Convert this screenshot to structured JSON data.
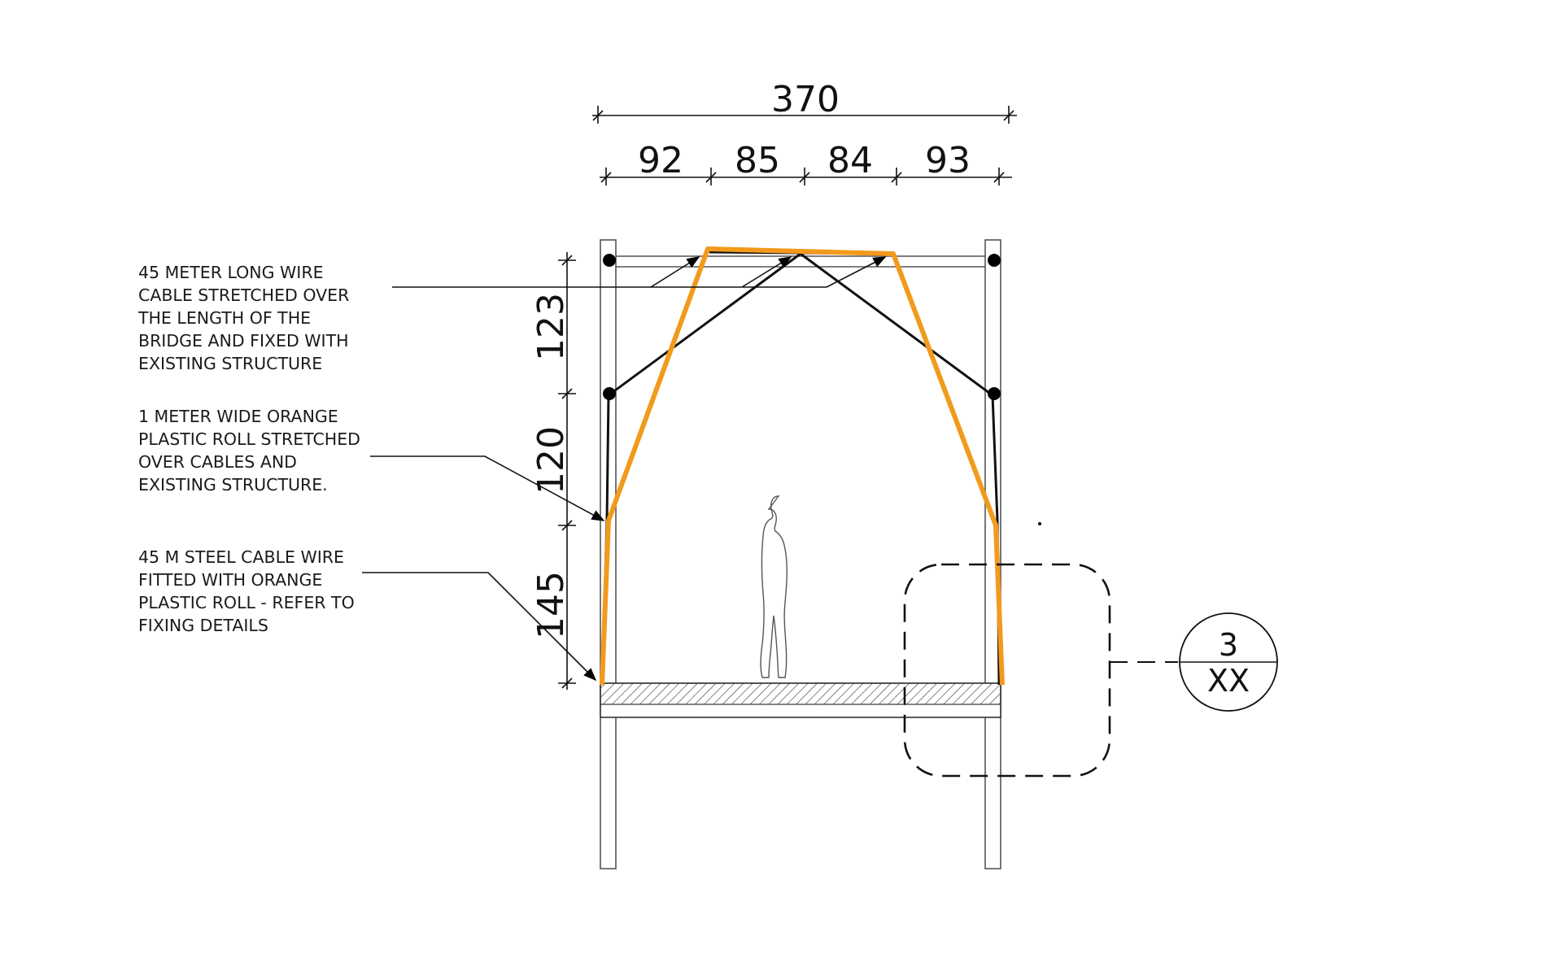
{
  "dimensions": {
    "overall_width": "370",
    "bay_widths": [
      "92",
      "85",
      "84",
      "93"
    ],
    "heights": [
      "123",
      "120",
      "145"
    ]
  },
  "annotations": [
    {
      "lines": [
        "45 METER LONG WIRE",
        "CABLE STRETCHED OVER",
        "THE LENGTH OF THE",
        "BRIDGE AND FIXED WITH",
        "EXISTING STRUCTURE"
      ]
    },
    {
      "lines": [
        "1 METER WIDE ORANGE",
        "PLASTIC ROLL STRETCHED",
        "OVER CABLES AND",
        "EXISTING STRUCTURE."
      ]
    },
    {
      "lines": [
        "45 M STEEL CABLE WIRE",
        "FITTED WITH ORANGE",
        "PLASTIC ROLL - REFER TO",
        "FIXING DETAILS"
      ]
    }
  ],
  "detail_tag": {
    "number": "3",
    "sheet": "XX"
  },
  "colors": {
    "plastic_roll": "#F29A1C",
    "cable": "#111111",
    "structure": "#555555"
  }
}
